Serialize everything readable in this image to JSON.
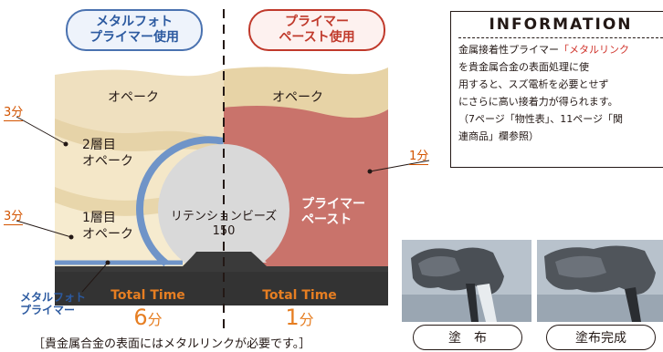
{
  "pills": {
    "left": {
      "line1": "メタルフォト",
      "line2": "プライマー使用"
    },
    "right": {
      "line1": "プライマー",
      "line2": "ペースト使用"
    }
  },
  "diagram": {
    "opaque_left": "オペーク",
    "opaque_right": "オペーク",
    "layer2": {
      "line1": "2層目",
      "line2": "オペーク"
    },
    "layer1": {
      "line1": "1層目",
      "line2": "オペーク"
    },
    "beads": {
      "line1": "リテンションビーズ",
      "line2": "150"
    },
    "primer_paste": {
      "line1": "プライマー",
      "line2": "ペースト"
    },
    "side_left_top": "3分",
    "side_left_bottom": "3分",
    "side_right": "1分",
    "metal_photo_primer": {
      "line1": "メタルフォト",
      "line2": "プライマー"
    }
  },
  "total_time": {
    "label_left": "Total Time",
    "value_left": "6",
    "unit_left": "分",
    "label_right": "Total Time",
    "value_right": "1",
    "unit_right": "分"
  },
  "footnote": "［貴金属合金の表面にはメタルリンクが必要です。］",
  "information": {
    "title": "INFORMATION",
    "l1_pre": "金属接着性プライマー",
    "l1_hl": "「メタルリンク",
    "l2": "を貴金属合金の表面処理に使",
    "l3": "用すると、スズ電析を必要とせず",
    "l4": "にさらに高い接着力が得られます。",
    "l5": "（7ページ「物性表」、11ページ「関",
    "l6": "連商品」欄参照）"
  },
  "photos": {
    "caption_left": "塗　布",
    "caption_right": "塗布完成"
  },
  "colors": {
    "opaque": "#efe0bf",
    "opaque_dark": "#e3cd9f",
    "primer_paste": "#c9736b",
    "metal": "#3a3a3a",
    "beads": "#d9d9d9",
    "photo_primer": "#6f94c8",
    "accent_orange": "#e67e22"
  }
}
